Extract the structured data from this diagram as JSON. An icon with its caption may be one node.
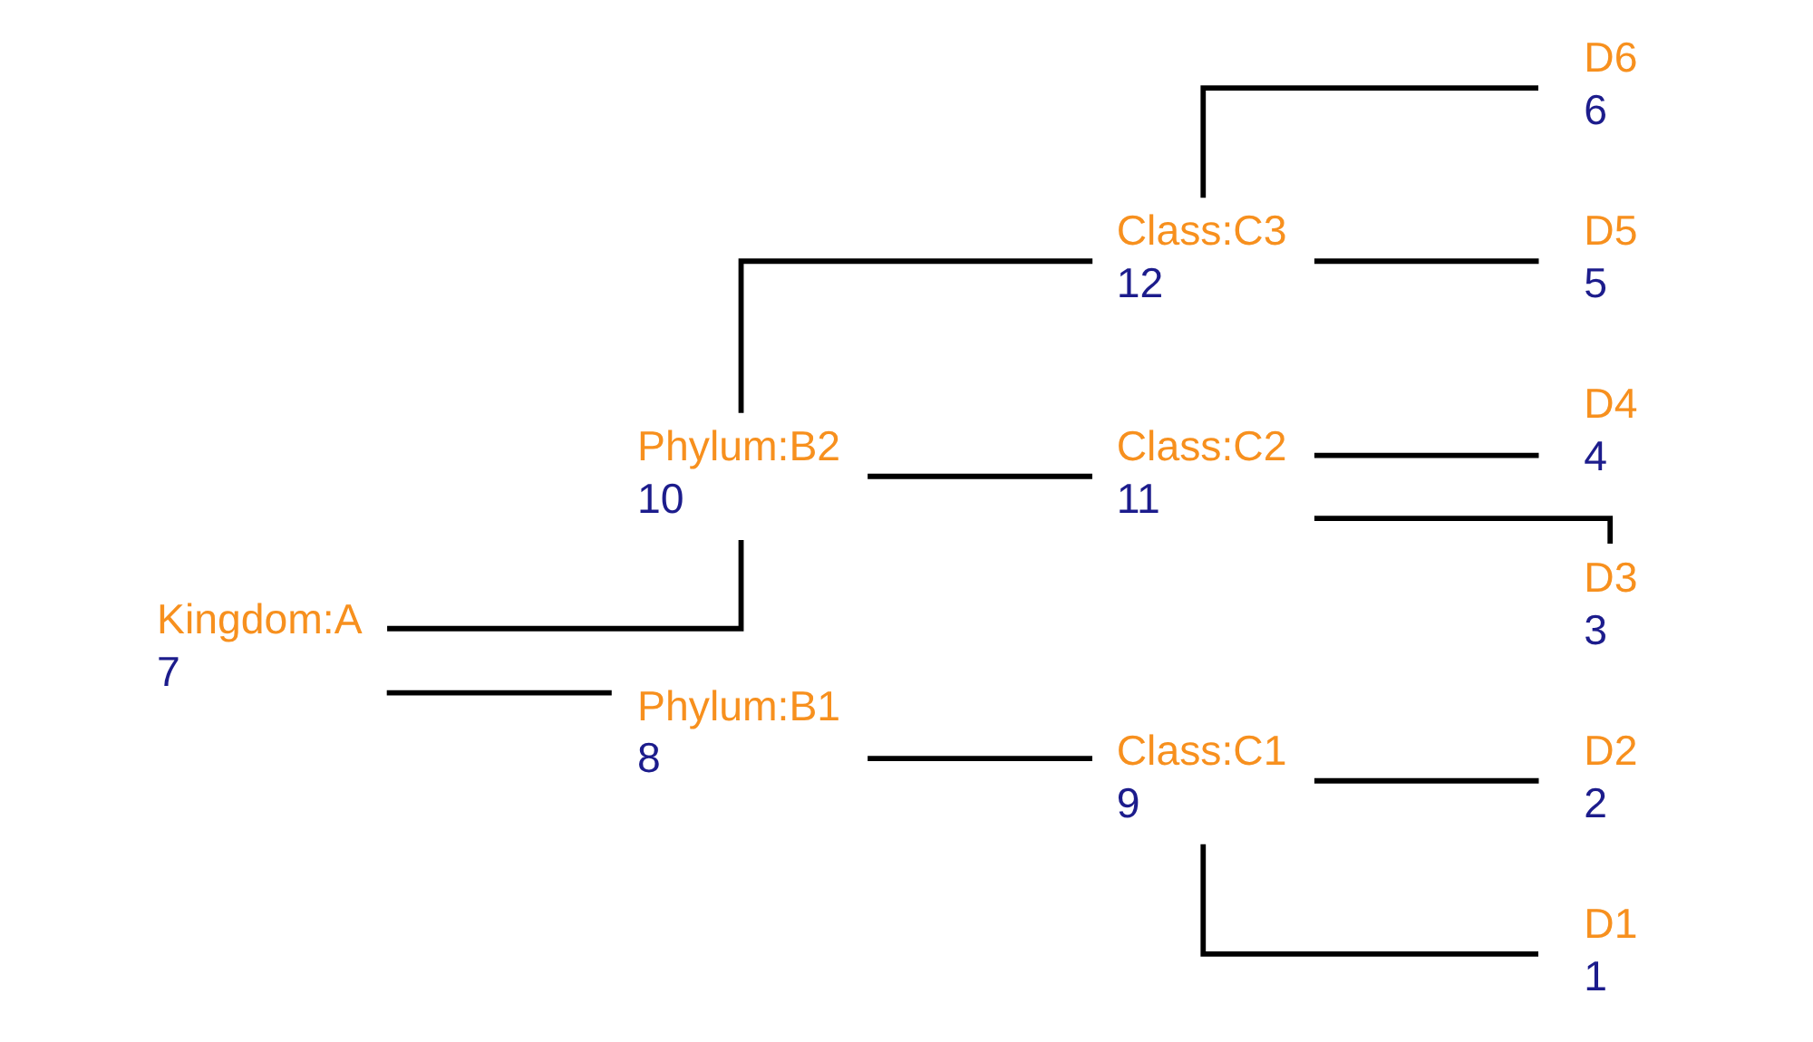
{
  "diagram": {
    "nodes": [
      {
        "text": [
          "Kingdom:A",
          "7"
        ]
      },
      {
        "text": [
          "Phylum:B2",
          "10"
        ]
      },
      {
        "text": [
          "Phylum:B1",
          "8"
        ]
      },
      {
        "text": [
          "Class:C3",
          "12"
        ]
      },
      {
        "text": [
          "Class:C2",
          "11"
        ]
      },
      {
        "text": [
          "Class:C1",
          "9"
        ]
      },
      {
        "text": [
          "D6",
          "6"
        ]
      },
      {
        "text": [
          "D5",
          "5"
        ]
      },
      {
        "text": [
          "D4",
          "4"
        ]
      },
      {
        "text": [
          "D3",
          "3"
        ]
      },
      {
        "text": [
          "D2",
          "2"
        ]
      },
      {
        "text": [
          "D1",
          "1"
        ]
      }
    ],
    "edges": [
      {
        "from": 0,
        "to": 1,
        "arrow": "none"
      },
      {
        "from": 0,
        "to": 2,
        "arrow": "none"
      },
      {
        "from": 1,
        "to": 3,
        "arrow": "none"
      },
      {
        "from": 1,
        "to": 4,
        "arrow": "none"
      },
      {
        "from": 2,
        "to": 5,
        "arrow": "none"
      },
      {
        "from": 3,
        "to": 6,
        "arrow": "none"
      },
      {
        "from": 3,
        "to": 7,
        "arrow": "none"
      },
      {
        "from": 4,
        "to": 8,
        "arrow": "none"
      },
      {
        "from": 4,
        "to": 9,
        "arrow": "none"
      },
      {
        "from": 5,
        "to": 10,
        "arrow": "none"
      },
      {
        "from": 5,
        "to": 11,
        "arrow": "none"
      }
    ]
  }
}
